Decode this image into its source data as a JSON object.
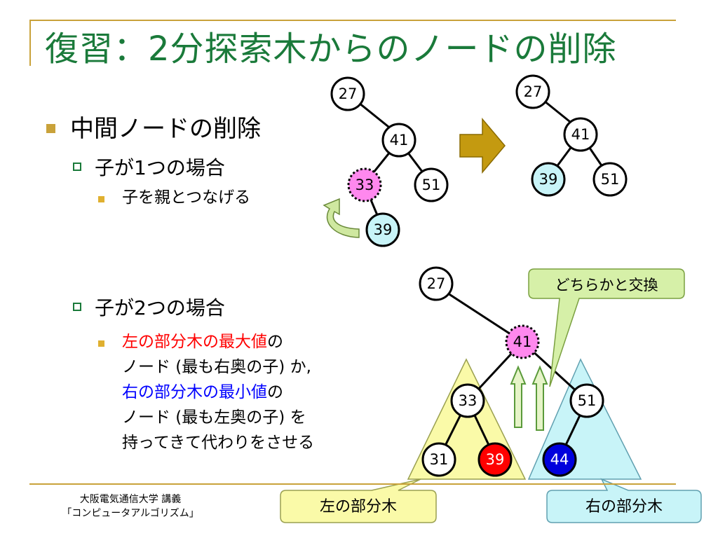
{
  "title": "復習：2分探索木からのノードの削除",
  "bullet1": "中間ノードの削除",
  "case1": {
    "heading": "子が1つの場合",
    "point": "子を親とつなげる"
  },
  "case2": {
    "heading": "子が2つの場合",
    "line1_red": "左の部分木の最大値",
    "line1_rest": "の",
    "line2": "ノード (最も右奥の子) か,",
    "line3_blue": "右の部分木の最小値",
    "line3_rest": "の",
    "line4": "ノード (最も左奥の子) を",
    "line5": "持ってきて代わりをさせる"
  },
  "callouts": {
    "swap": "どちらかと交換",
    "left_subtree": "左の部分木",
    "right_subtree": "右の部分木"
  },
  "footer": {
    "line1": "大阪電気通信大学 講義",
    "line2": "「コンピュータアルゴリズム」"
  },
  "tree1": {
    "nodes": [
      "27",
      "41",
      "33",
      "51",
      "39"
    ]
  },
  "tree2": {
    "nodes": [
      "27",
      "41",
      "39",
      "51"
    ]
  },
  "tree3": {
    "nodes": [
      "27",
      "41",
      "33",
      "51",
      "31",
      "39",
      "44"
    ]
  },
  "colors": {
    "title": "#1a7a3a",
    "accent": "#c9a23a",
    "pink": "#ff88ee",
    "light_cyan": "#c8f4f8",
    "light_yellow": "#fafaa8",
    "red_node": "#ff0000",
    "blue_node": "#0000dd"
  }
}
